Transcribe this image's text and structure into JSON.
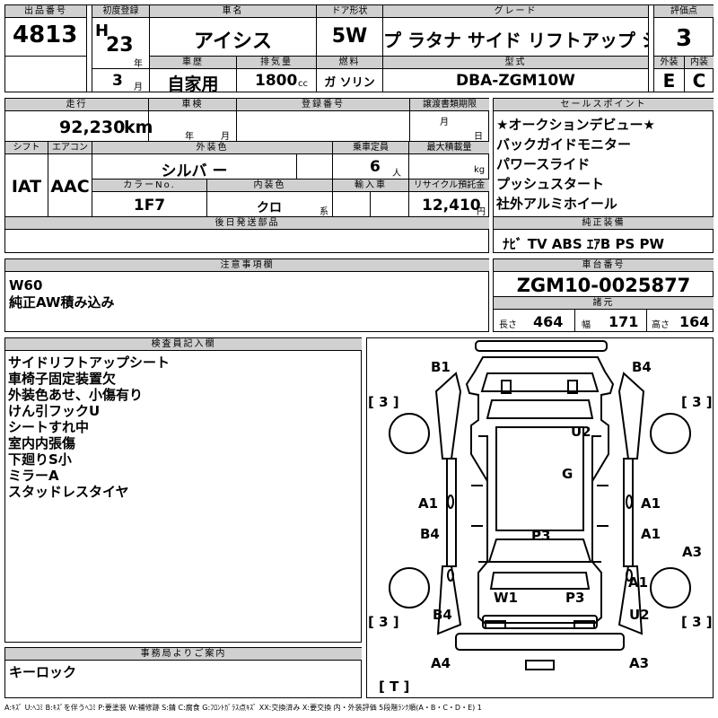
{
  "header": {
    "lot_label": "出品番号",
    "lot": "4813",
    "first_reg_label": "初度登録",
    "era": "H",
    "year": "23",
    "year_unit": "年",
    "month": "3",
    "month_unit": "月",
    "car_name_label": "車名",
    "car_name": "アイシス",
    "door_label": "ドア形状",
    "door": "5W",
    "grade_label": "グレード",
    "grade": "プ ラタナ サイド リフトアップ シート",
    "score_label": "評価点",
    "score": "3",
    "history_label": "車歴",
    "history": "自家用",
    "displacement_label": "排気量",
    "displacement": "1800",
    "displacement_unit": "cc",
    "fuel_label": "燃料",
    "fuel": "ガ ソリン",
    "model_label": "型式",
    "model": "DBA-ZGM10W",
    "ext_label": "外装",
    "ext": "E",
    "int_label": "内装",
    "int": "C"
  },
  "row2": {
    "mileage_label": "走行",
    "mileage": "92,230",
    "mileage_unit": "km",
    "inspect_label": "車検",
    "inspect_year": "年",
    "inspect_month": "月",
    "plate_label": "登録番号",
    "transfer_label": "譲渡書類期限",
    "transfer_month": "月",
    "transfer_day": "日",
    "shift_label": "シフト",
    "shift": "IAT",
    "ac_label": "エアコン",
    "ac": "AAC",
    "color_label": "外装色",
    "color": "シルバ ー",
    "capacity_label": "乗車定員",
    "capacity": "6",
    "capacity_unit": "人",
    "load_label": "最大積載量",
    "load_unit": "kg",
    "colorno_label": "カラーNo.",
    "colorno": "1F7",
    "intcolor_label": "内装色",
    "intcolor": "クロ",
    "intcolor_unit": "系",
    "import_label": "輸入車",
    "recycle_label": "リサイクル預託金",
    "recycle": "12,410",
    "recycle_unit": "円",
    "later_label": "後日発送部品"
  },
  "sales": {
    "label": "セールスポイント",
    "items": [
      "★オークションデビュー★",
      "バックガイドモニター",
      "パワースライド",
      "プッシュスタート",
      "社外アルミホイール"
    ]
  },
  "equip": {
    "label": "純正装備",
    "value": "ﾅﾋﾞ TV ABS ｴｱB PS PW"
  },
  "notes": {
    "label": "注意事項欄",
    "lines": [
      "W60",
      "純正AW積み込み"
    ]
  },
  "chassis": {
    "label": "車台番号",
    "value": "ZGM10-0025877"
  },
  "dims": {
    "label": "諸元",
    "length_label": "長さ",
    "length": "464",
    "width_label": "幅",
    "width": "171",
    "height_label": "高さ",
    "height": "164"
  },
  "inspector": {
    "label": "検査員記入欄",
    "lines": [
      "サイドリフトアップシート",
      "車椅子固定装置欠",
      "外装色あせ、小傷有り",
      "けん引フックU",
      "シートすれ中",
      "室内内張傷",
      "下廻りS小",
      "ミラーA",
      "スタッドレスタイヤ"
    ]
  },
  "office": {
    "label": "事務局よりご案内",
    "value": "キーロック"
  },
  "diagram": {
    "codes": {
      "b1": "B1",
      "b4_tr": "B4",
      "u2_top": "U2",
      "g": "G",
      "a1_l": "A1",
      "a1_r": "A1",
      "b4_l": "B4",
      "p3_c": "P3",
      "a1_r2": "A1",
      "a3_r": "A3",
      "a1_r3": "A1",
      "w1": "W1",
      "p3_b": "P3",
      "b4_bl": "B4",
      "u2_br": "U2",
      "a4": "A4",
      "a3_b": "A3"
    },
    "tires": {
      "tl": "[ 3 ]",
      "tr": "[ 3 ]",
      "bl": "[ 3 ]",
      "br": "[ 3 ]",
      "spare": "[ T ]"
    }
  },
  "legend": "A:ｷｽﾞ U:ﾍｺﾐ B:ｷｽﾞを伴うﾍｺﾐ P:要塗装 W:補修跡 S:錆 C:腐食 G:ﾌﾛﾝﾄｶﾞﾗｽ点ｷｽﾞ XX:交換済み X:要交換 内・外装評価 5段階ﾗﾝｸ順(A・B・C・D・E) 1"
}
